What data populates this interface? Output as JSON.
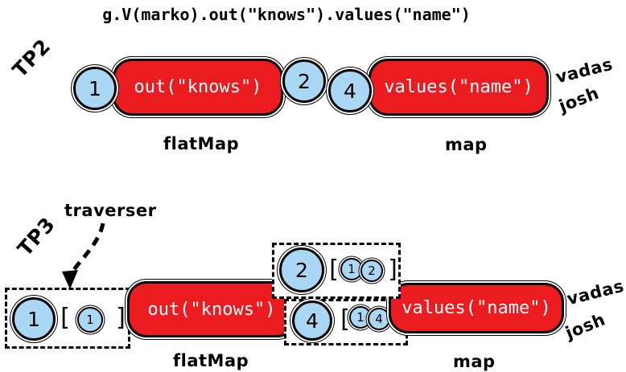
{
  "title": "g.V(marko).out(\"knows\").values(\"name\")",
  "colors": {
    "step_red": "#ea1c20",
    "traverser_blue": "#aad7f3",
    "outline_black": "#000000"
  },
  "tp2": {
    "section_label": "TP2",
    "input_circle": "1",
    "step1_label": "out(\"knows\")",
    "step1_type": "flatMap",
    "mid_circles": [
      "2",
      "4"
    ],
    "step2_label": "values(\"name\")",
    "step2_type": "map",
    "outputs": [
      "vadas",
      "josh"
    ]
  },
  "tp3": {
    "section_label": "TP3",
    "annotation": "traverser",
    "bracket_open": "[",
    "bracket_close": "]",
    "input": {
      "value": "1",
      "bulk": [
        "1"
      ]
    },
    "step1_label": "out(\"knows\")",
    "step1_type": "flatMap",
    "mid": [
      {
        "value": "2",
        "bulk": [
          "1",
          "2"
        ]
      },
      {
        "value": "4",
        "bulk": [
          "1",
          "4"
        ]
      }
    ],
    "step2_label": "values(\"name\")",
    "step2_type": "map",
    "outputs": [
      "vadas",
      "josh"
    ]
  }
}
